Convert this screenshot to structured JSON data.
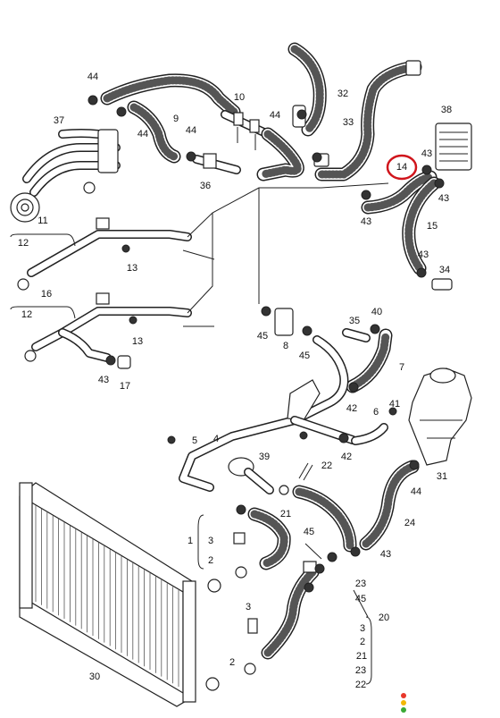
{
  "diagram": {
    "callouts": [
      {
        "id": "c44a",
        "text": "44"
      },
      {
        "id": "c37",
        "text": "37"
      },
      {
        "id": "c44b",
        "text": "44"
      },
      {
        "id": "c9",
        "text": "9"
      },
      {
        "id": "c10",
        "text": "10"
      },
      {
        "id": "c44c",
        "text": "44"
      },
      {
        "id": "c32",
        "text": "32"
      },
      {
        "id": "c44d",
        "text": "44"
      },
      {
        "id": "c33",
        "text": "33"
      },
      {
        "id": "c38",
        "text": "38"
      },
      {
        "id": "c36",
        "text": "36"
      },
      {
        "id": "c14",
        "text": "14"
      },
      {
        "id": "c43a",
        "text": "43"
      },
      {
        "id": "c43b",
        "text": "43"
      },
      {
        "id": "c43c",
        "text": "43"
      },
      {
        "id": "c15",
        "text": "15"
      },
      {
        "id": "c11",
        "text": "11"
      },
      {
        "id": "c12a",
        "text": "12"
      },
      {
        "id": "c13a",
        "text": "13"
      },
      {
        "id": "c43d",
        "text": "43"
      },
      {
        "id": "c34",
        "text": "34"
      },
      {
        "id": "c16",
        "text": "16"
      },
      {
        "id": "c12b",
        "text": "12"
      },
      {
        "id": "c13b",
        "text": "13"
      },
      {
        "id": "c45a",
        "text": "45"
      },
      {
        "id": "c8",
        "text": "8"
      },
      {
        "id": "c45b",
        "text": "45"
      },
      {
        "id": "c35",
        "text": "35"
      },
      {
        "id": "c40",
        "text": "40"
      },
      {
        "id": "c7",
        "text": "7"
      },
      {
        "id": "c43e",
        "text": "43"
      },
      {
        "id": "c17",
        "text": "17"
      },
      {
        "id": "c42a",
        "text": "42"
      },
      {
        "id": "c6",
        "text": "6"
      },
      {
        "id": "c41",
        "text": "41"
      },
      {
        "id": "c5",
        "text": "5"
      },
      {
        "id": "c4",
        "text": "4"
      },
      {
        "id": "c42b",
        "text": "42"
      },
      {
        "id": "c39",
        "text": "39"
      },
      {
        "id": "c22",
        "text": "22"
      },
      {
        "id": "c21",
        "text": "21"
      },
      {
        "id": "c31",
        "text": "31"
      },
      {
        "id": "c44e",
        "text": "44"
      },
      {
        "id": "c24",
        "text": "24"
      },
      {
        "id": "c1",
        "text": "1"
      },
      {
        "id": "c3a",
        "text": "3"
      },
      {
        "id": "c2a",
        "text": "2"
      },
      {
        "id": "c45c",
        "text": "45"
      },
      {
        "id": "c43f",
        "text": "43"
      },
      {
        "id": "c23a",
        "text": "23"
      },
      {
        "id": "c45d",
        "text": "45"
      },
      {
        "id": "c20",
        "text": "20"
      },
      {
        "id": "c3b",
        "text": "3"
      },
      {
        "id": "c3c",
        "text": "3"
      },
      {
        "id": "c2b",
        "text": "2"
      },
      {
        "id": "c21b",
        "text": "21"
      },
      {
        "id": "c23b",
        "text": "23"
      },
      {
        "id": "c22b",
        "text": "22"
      },
      {
        "id": "c2c",
        "text": "2"
      },
      {
        "id": "c30",
        "text": "30"
      }
    ],
    "highlight": {
      "text": "14",
      "color": "#d0151c"
    },
    "status_dots": [
      "#e8372b",
      "#f2b705",
      "#3aa935"
    ]
  }
}
